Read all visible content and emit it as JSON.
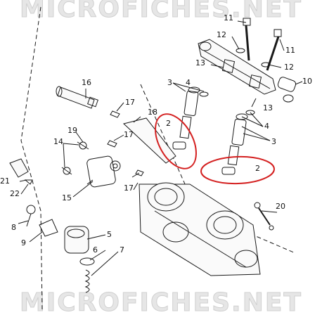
{
  "watermark": {
    "top": "MICROFICHES.NET",
    "bottom": "MICROFICHES.NET"
  },
  "callouts": {
    "c2a": "2",
    "c2b": "2",
    "c3a": "3",
    "c3b": "3",
    "c4a": "4",
    "c4b": "4",
    "c5": "5",
    "c6": "6",
    "c7": "7",
    "c8": "8",
    "c9": "9",
    "c10": "10",
    "c11a": "11",
    "c11b": "11",
    "c12a": "12",
    "c12b": "12",
    "c13a": "13",
    "c13b": "13",
    "c14": "14",
    "c15": "15",
    "c16": "16",
    "c17a": "17",
    "c17b": "17",
    "c18": "18",
    "c19": "19",
    "c20": "20",
    "c21": "21",
    "c22": "22"
  },
  "highlight_color": "#d42020",
  "line_color": "#1a1a1a"
}
